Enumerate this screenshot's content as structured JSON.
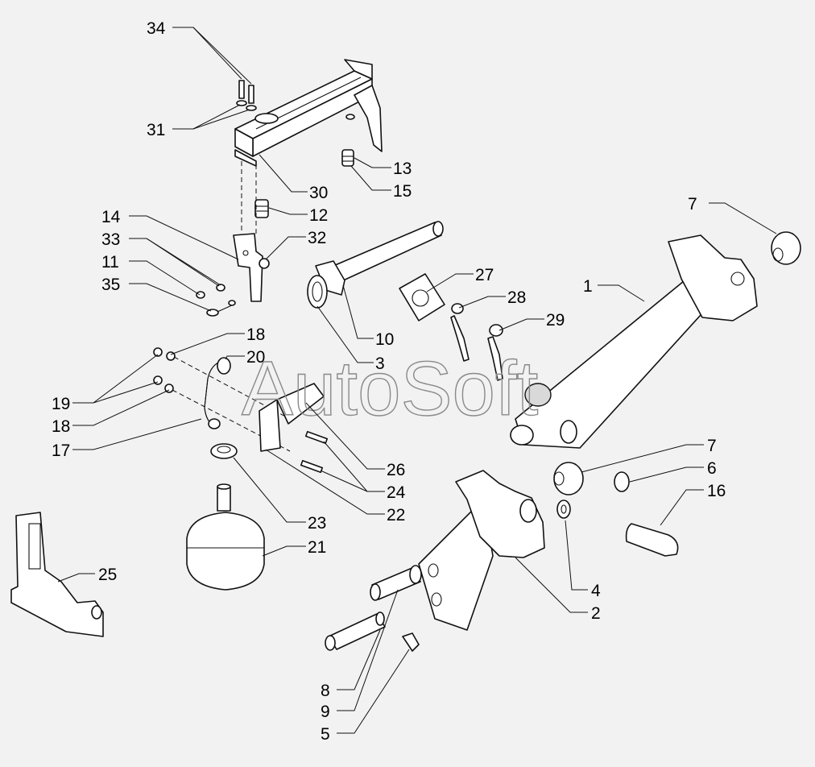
{
  "watermark": "AutoSoft",
  "callouts": {
    "c34": "34",
    "c31": "31",
    "c13": "13",
    "c15": "15",
    "c30": "30",
    "c12": "12",
    "c14": "14",
    "c33": "33",
    "c32": "32",
    "c11": "11",
    "c35": "35",
    "c27": "27",
    "c28": "28",
    "c29": "29",
    "c10": "10",
    "c3": "3",
    "c7a": "7",
    "c1": "1",
    "c18a": "18",
    "c20": "20",
    "c19": "19",
    "c18b": "18",
    "c17": "17",
    "c26": "26",
    "c24": "24",
    "c22": "22",
    "c23": "23",
    "c21": "21",
    "c25": "25",
    "c7b": "7",
    "c6": "6",
    "c16": "16",
    "c4": "4",
    "c2": "2",
    "c8": "8",
    "c9": "9",
    "c5": "5"
  }
}
